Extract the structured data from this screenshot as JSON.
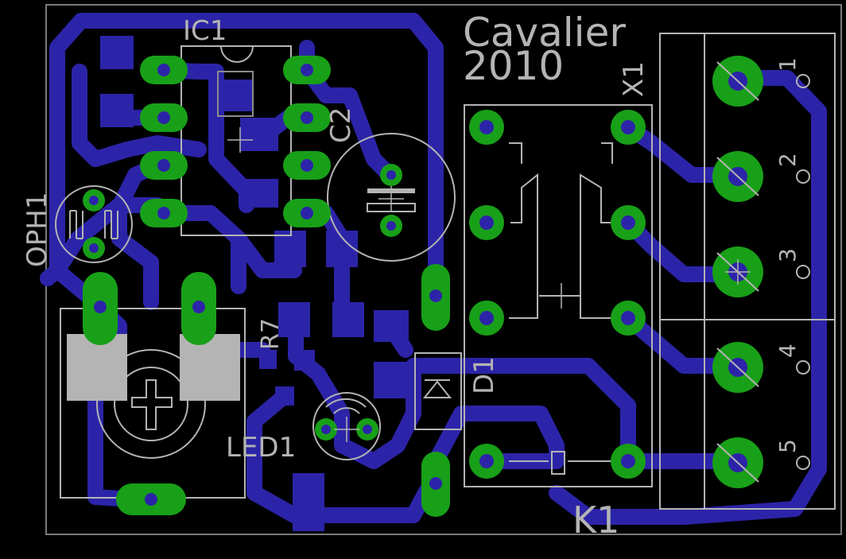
{
  "title_line1": "Cavalier",
  "title_line2": "2010",
  "labels": {
    "ic1": "IC1",
    "c2": "C2",
    "x1": "X1",
    "oph1": "OPH1",
    "r7": "R7",
    "d1": "D1",
    "led1": "LED1",
    "k1": "K1"
  },
  "terminals": [
    "1",
    "2",
    "3",
    "4",
    "5"
  ],
  "colors": {
    "background": "#000000",
    "trace": "#2c24a8",
    "pad": "#18a018",
    "silkscreen": "#b4b4b4",
    "outline": "#8c8c8c"
  }
}
